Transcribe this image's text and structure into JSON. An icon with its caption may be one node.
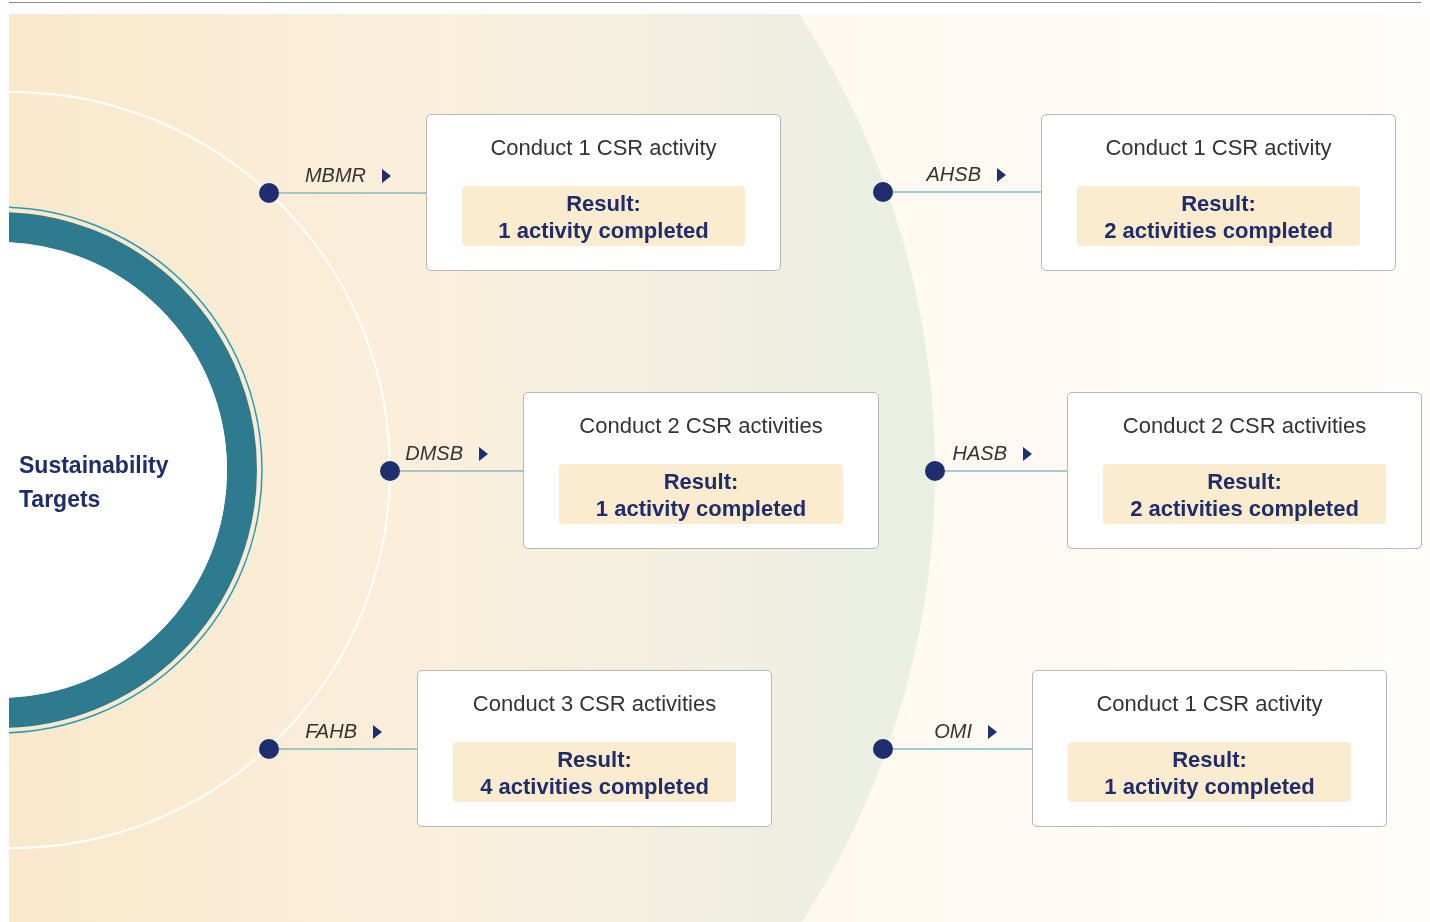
{
  "diagram": {
    "nodes": [
      {
        "text": [
          "Sustainability Targets"
        ]
      },
      {
        "text": [],
        "shape": "circle"
      },
      {
        "text": [
          "Conduct 1 CSR activity",
          "Result:",
          "1 activity completed"
        ]
      },
      {
        "text": [],
        "shape": "circle"
      },
      {
        "text": [
          "Conduct 1 CSR activity",
          "Result:",
          "2 activities completed"
        ]
      },
      {
        "text": [],
        "shape": "circle"
      },
      {
        "text": [
          "Conduct 2 CSR activities",
          "Result:",
          "1 activity completed"
        ]
      },
      {
        "text": [],
        "shape": "circle"
      },
      {
        "text": [
          "Conduct 2 CSR activities",
          "Result:",
          "2 activities completed"
        ]
      },
      {
        "text": [],
        "shape": "circle"
      },
      {
        "text": [
          "Conduct 3 CSR activities",
          "Result:",
          "4 activities completed"
        ]
      },
      {
        "text": [],
        "shape": "circle"
      },
      {
        "text": [
          "Conduct 1 CSR activity",
          "Result:",
          "1 activity completed"
        ]
      }
    ],
    "edges": [
      {
        "from": 1,
        "to": 2,
        "arrow": "to",
        "label": "MBMR"
      },
      {
        "from": 3,
        "to": 4,
        "arrow": "to",
        "label": "AHSB"
      },
      {
        "from": 5,
        "to": 6,
        "arrow": "to",
        "label": "DMSB"
      },
      {
        "from": 7,
        "to": 8,
        "arrow": "to",
        "label": "HASB"
      },
      {
        "from": 9,
        "to": 10,
        "arrow": "to",
        "label": "FAHB"
      },
      {
        "from": 11,
        "to": 12,
        "arrow": "to",
        "label": "OMI"
      }
    ]
  }
}
